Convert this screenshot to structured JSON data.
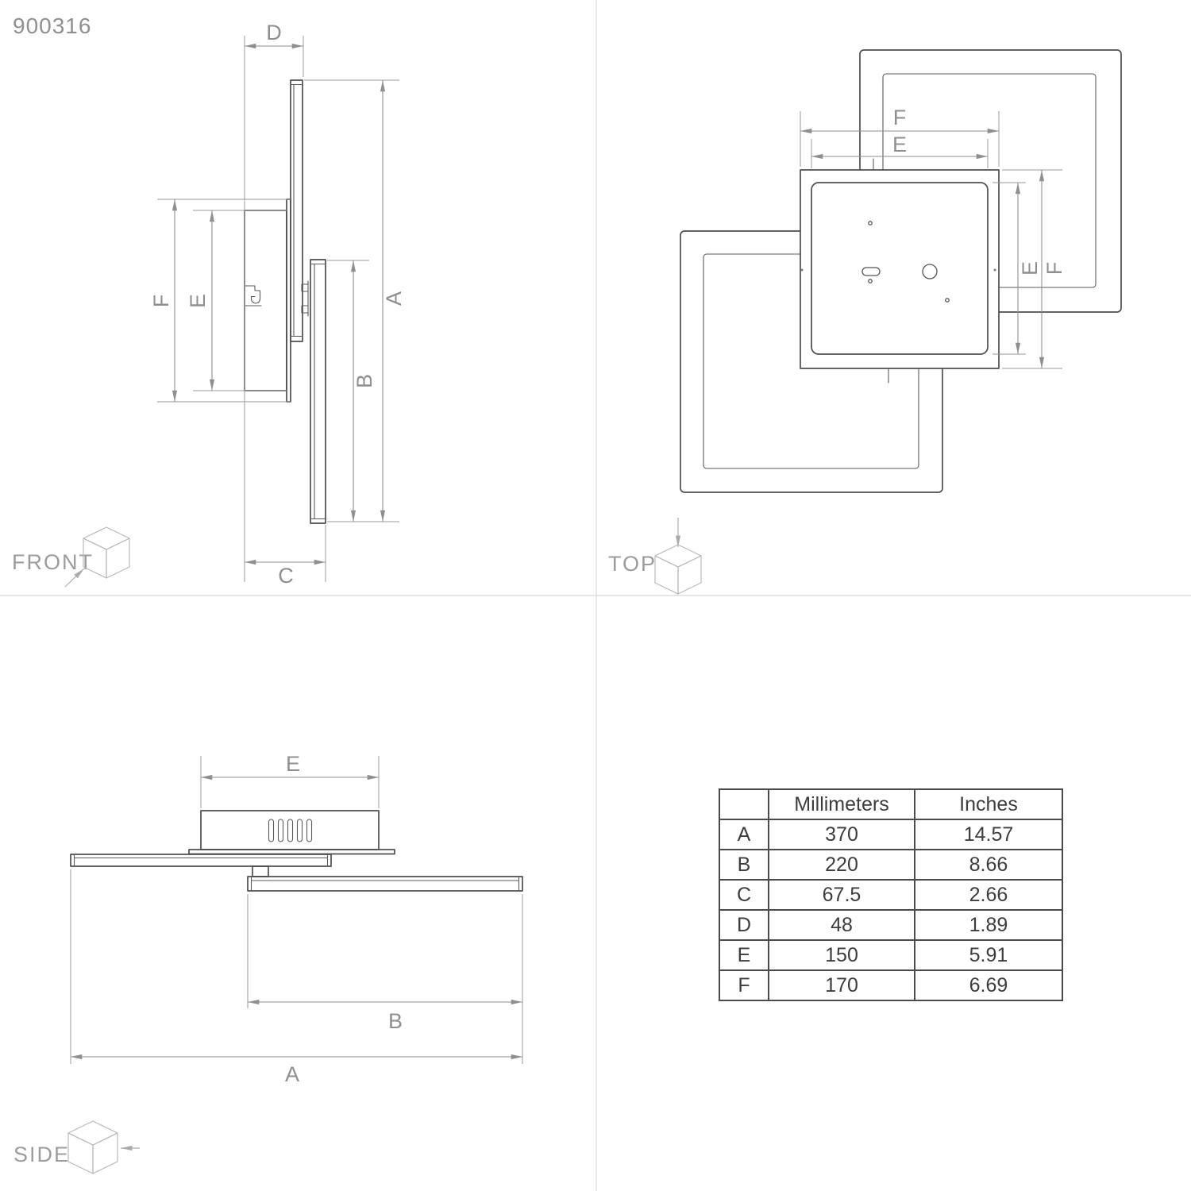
{
  "product_number": "900316",
  "views": {
    "front": {
      "label": "FRONT",
      "dims": {
        "d": "D",
        "f": "F",
        "e": "E",
        "a": "A",
        "b": "B",
        "c": "C"
      }
    },
    "top": {
      "label": "TOP",
      "dims": {
        "f_width": "F",
        "e_width": "E",
        "e_height": "E",
        "f_height": "F"
      }
    },
    "side": {
      "label": "SIDE",
      "dims": {
        "e": "E",
        "b": "B",
        "a": "A"
      }
    }
  },
  "table": {
    "col_headers": {
      "dim": "",
      "mm": "Millimeters",
      "inches": "Inches"
    },
    "rows": [
      {
        "dim": "A",
        "mm": "370",
        "inches": "14.57"
      },
      {
        "dim": "B",
        "mm": "220",
        "inches": "8.66"
      },
      {
        "dim": "C",
        "mm": "67.5",
        "inches": "2.66"
      },
      {
        "dim": "D",
        "mm": "48",
        "inches": "1.89"
      },
      {
        "dim": "E",
        "mm": "150",
        "inches": "5.91"
      },
      {
        "dim": "F",
        "mm": "170",
        "inches": "6.69"
      }
    ]
  },
  "colors": {
    "background": "#ffffff",
    "part_line": "#4e4e4e",
    "dimension_line": "#8f8f8f",
    "label_text": "#8f8f8f",
    "view_label_text": "#9c9c9c",
    "table_text": "#3d3d3d",
    "table_border": "#4a4a4a",
    "divider": "#cfcfcf"
  }
}
